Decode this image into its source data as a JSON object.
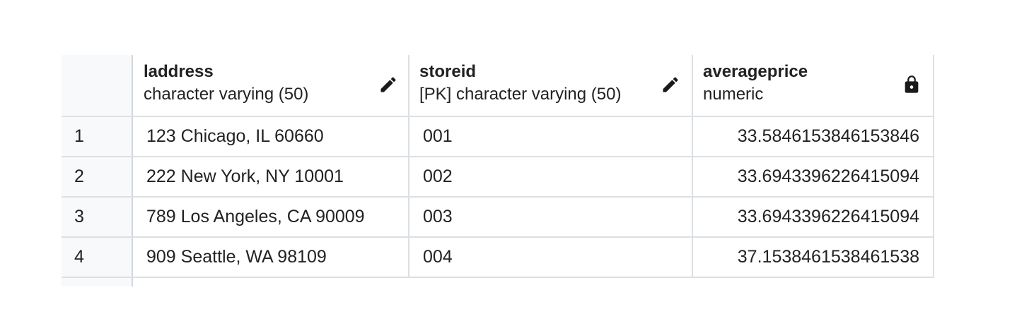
{
  "columns": [
    {
      "name": "laddress",
      "type": "character varying (50)",
      "icon": "pencil-icon"
    },
    {
      "name": "storeid",
      "type": "[PK] character varying (50)",
      "icon": "pencil-icon"
    },
    {
      "name": "averageprice",
      "type": "numeric",
      "icon": "lock-icon"
    }
  ],
  "rows": [
    {
      "index": "1",
      "laddress": "123 Chicago, IL 60660",
      "storeid": "001",
      "averageprice": "33.5846153846153846"
    },
    {
      "index": "2",
      "laddress": "222 New York, NY 10001",
      "storeid": "002",
      "averageprice": "33.6943396226415094"
    },
    {
      "index": "3",
      "laddress": "789 Los Angeles, CA 90009",
      "storeid": "003",
      "averageprice": "33.6943396226415094"
    },
    {
      "index": "4",
      "laddress": "909 Seattle, WA 98109",
      "storeid": "004",
      "averageprice": "37.1538461538461538"
    }
  ],
  "colors": {
    "grid_line": "#dcdfe3",
    "index_bg": "#f8f9fa",
    "text": "#222222"
  }
}
